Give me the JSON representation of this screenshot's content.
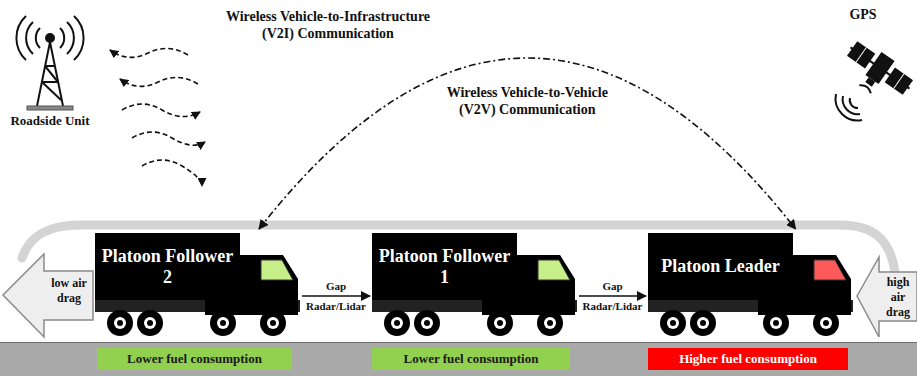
{
  "diagram": {
    "nodes": [
      {
        "text": [
          "Platoon Follower 2"
        ]
      },
      {
        "text": [
          "Platoon Follower 1"
        ]
      },
      {
        "text": [
          "Platoon Leader"
        ]
      },
      {
        "text": [
          "Lower fuel consumption"
        ]
      },
      {
        "text": [
          "Lower fuel consumption"
        ]
      },
      {
        "text": [
          "Higher fuel consumption"
        ]
      }
    ],
    "edges": [
      {
        "from": 0,
        "to": 1,
        "arrow": "to",
        "label": "Gap"
      },
      {
        "from": 1,
        "to": 2,
        "arrow": "to",
        "label": "Gap"
      },
      {
        "from": 0,
        "to": 2,
        "arrow": "both",
        "label": "Wireless Vehicle-to-Vehicle (V2V) Communication"
      }
    ],
    "labels": [
      "Wireless Vehicle-to-Infrastructure (V2I) Communication",
      "Roadside Unit",
      "GPS",
      "Radar/Lidar",
      "Radar/Lidar",
      "low air drag",
      "high air drag"
    ]
  }
}
